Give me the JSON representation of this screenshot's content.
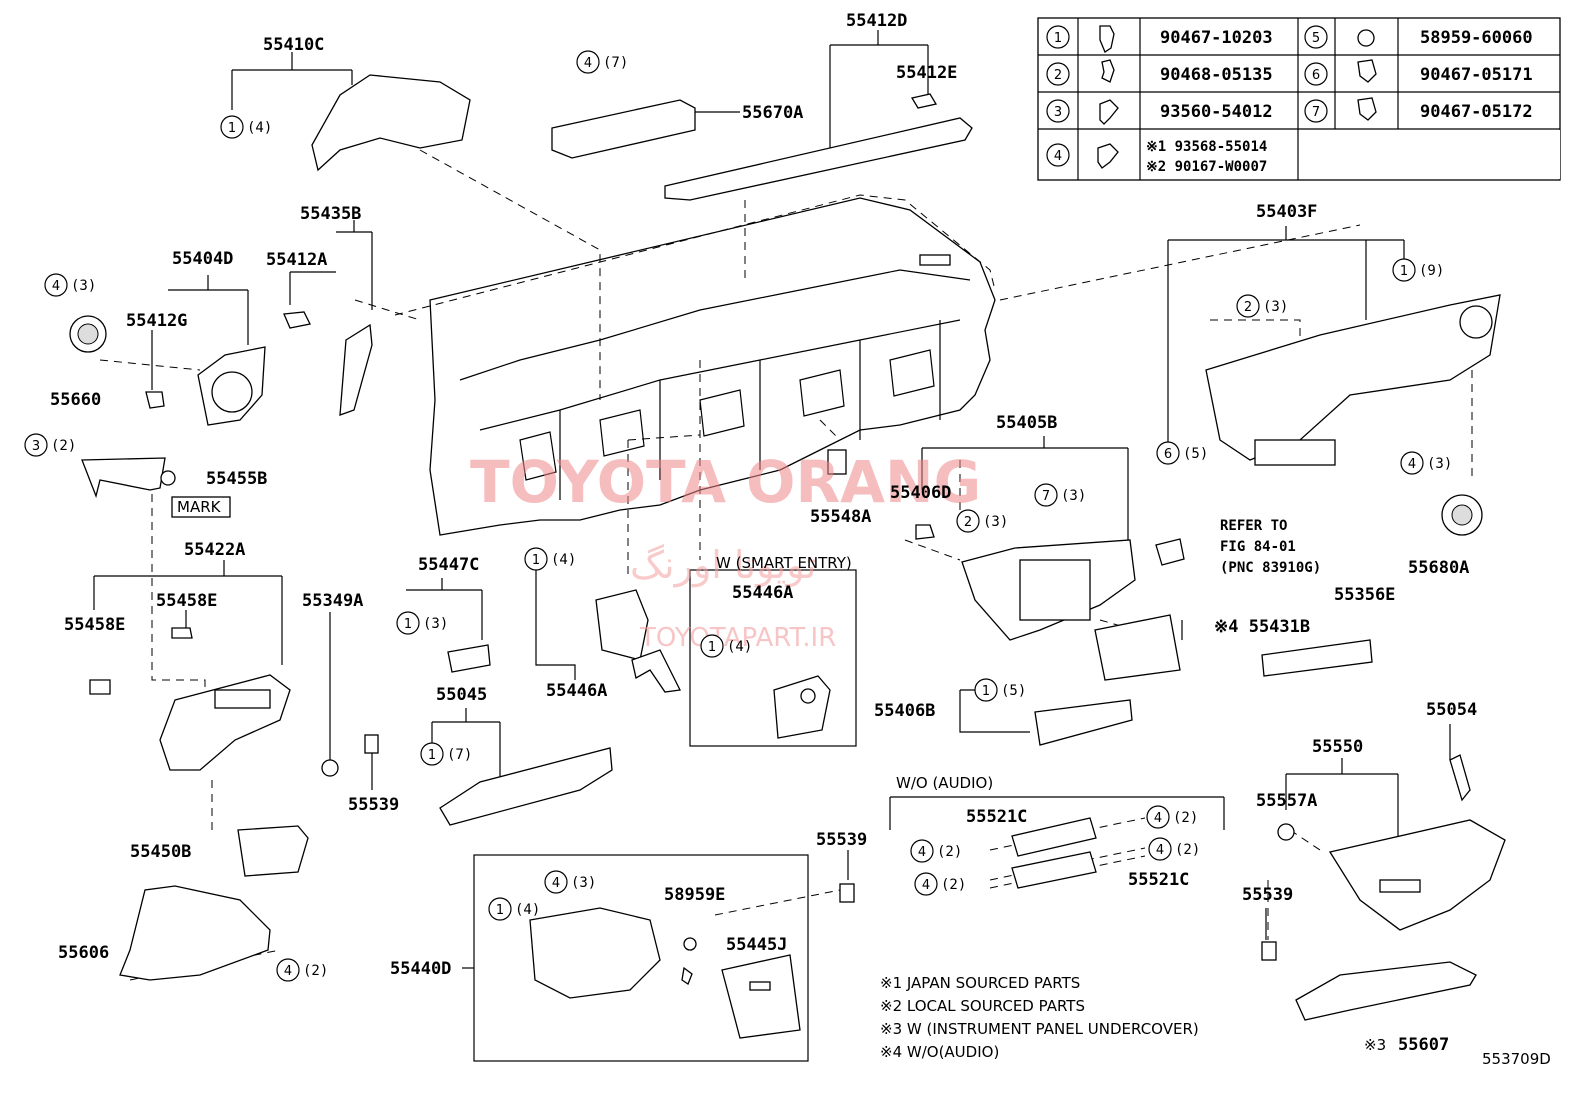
{
  "table": [
    {
      "n": "1",
      "part": "90467-10203"
    },
    {
      "n": "5",
      "part": "58959-60060"
    },
    {
      "n": "2",
      "part": "90468-05135"
    },
    {
      "n": "6",
      "part": "90467-05171"
    },
    {
      "n": "3",
      "part": "93560-54012"
    },
    {
      "n": "7",
      "part": "90467-05172"
    },
    {
      "n": "4",
      "part1": "※1 93568-55014",
      "part2": "※2 90167-W0007"
    }
  ],
  "labels": {
    "p55410C": "55410C",
    "p55412D": "55412D",
    "p55412E": "55412E",
    "p55670A": "55670A",
    "p55435B": "55435B",
    "p55412A": "55412A",
    "p55404D": "55404D",
    "p55412G": "55412G",
    "p55660": "55660",
    "p55455B": "55455B",
    "mark": "MARK",
    "p55422A": "55422A",
    "p55458E_a": "55458E",
    "p55458E_b": "55458E",
    "p55349A": "55349A",
    "p55447C": "55447C",
    "p55045": "55045",
    "p55539_a": "55539",
    "p55450B": "55450B",
    "p55606": "55606",
    "p55446A_a": "55446A",
    "p55446A_b": "55446A",
    "smart": "W (SMART ENTRY)",
    "p55548A": "55548A",
    "p55406D": "55406D",
    "p55405B": "55405B",
    "p55403F": "55403F",
    "p55680A": "55680A",
    "p55431B": "※4 55431B",
    "p55356E": "55356E",
    "p55406B": "55406B",
    "woaudio": "W/O (AUDIO)",
    "p55521C_a": "55521C",
    "p55521C_b": "55521C",
    "p55539_b": "55539",
    "p58959E": "58959E",
    "p55445J": "55445J",
    "p55440D": "55440D",
    "p55054": "55054",
    "p55550": "55550",
    "p55557A": "55557A",
    "p55539_c": "55539",
    "p55607": "55607",
    "p55607_note": "※3",
    "diagram_id": "553709D"
  },
  "refer": {
    "line1": "REFER TO",
    "line2": "FIG 84-01",
    "line3": "(PNC 83910G)"
  },
  "counts": {
    "c1_4a": "(4)",
    "c4_7": "(7)",
    "c4_3a": "(3)",
    "c3_2": "(2)",
    "c1_3": "(3)",
    "c1_7": "(7)",
    "c4_2a": "(2)",
    "c1_4b": "(4)",
    "c1_4c": "(4)",
    "c4_3b": "(3)",
    "c1_4d": "(4)",
    "c2_3a": "(3)",
    "c7_3": "(3)",
    "c1_9": "(9)",
    "c2_3b": "(3)",
    "c6_5": "(5)",
    "c4_3c": "(3)",
    "c1_5": "(5)",
    "c4_2b": "(2)",
    "c4_2c": "(2)",
    "c4_2d": "(2)",
    "c4_2e": "(2)"
  },
  "notes": [
    "※1 JAPAN SOURCED PARTS",
    "※2 LOCAL SOURCED PARTS",
    "※3 W (INSTRUMENT PANEL UNDERCOVER)",
    "※4 W/O(AUDIO)"
  ],
  "watermark": {
    "main": "TOYOTA ORANG",
    "fa": "تویوتا اورنگ",
    "url": "TOYOTAPART.IR"
  }
}
